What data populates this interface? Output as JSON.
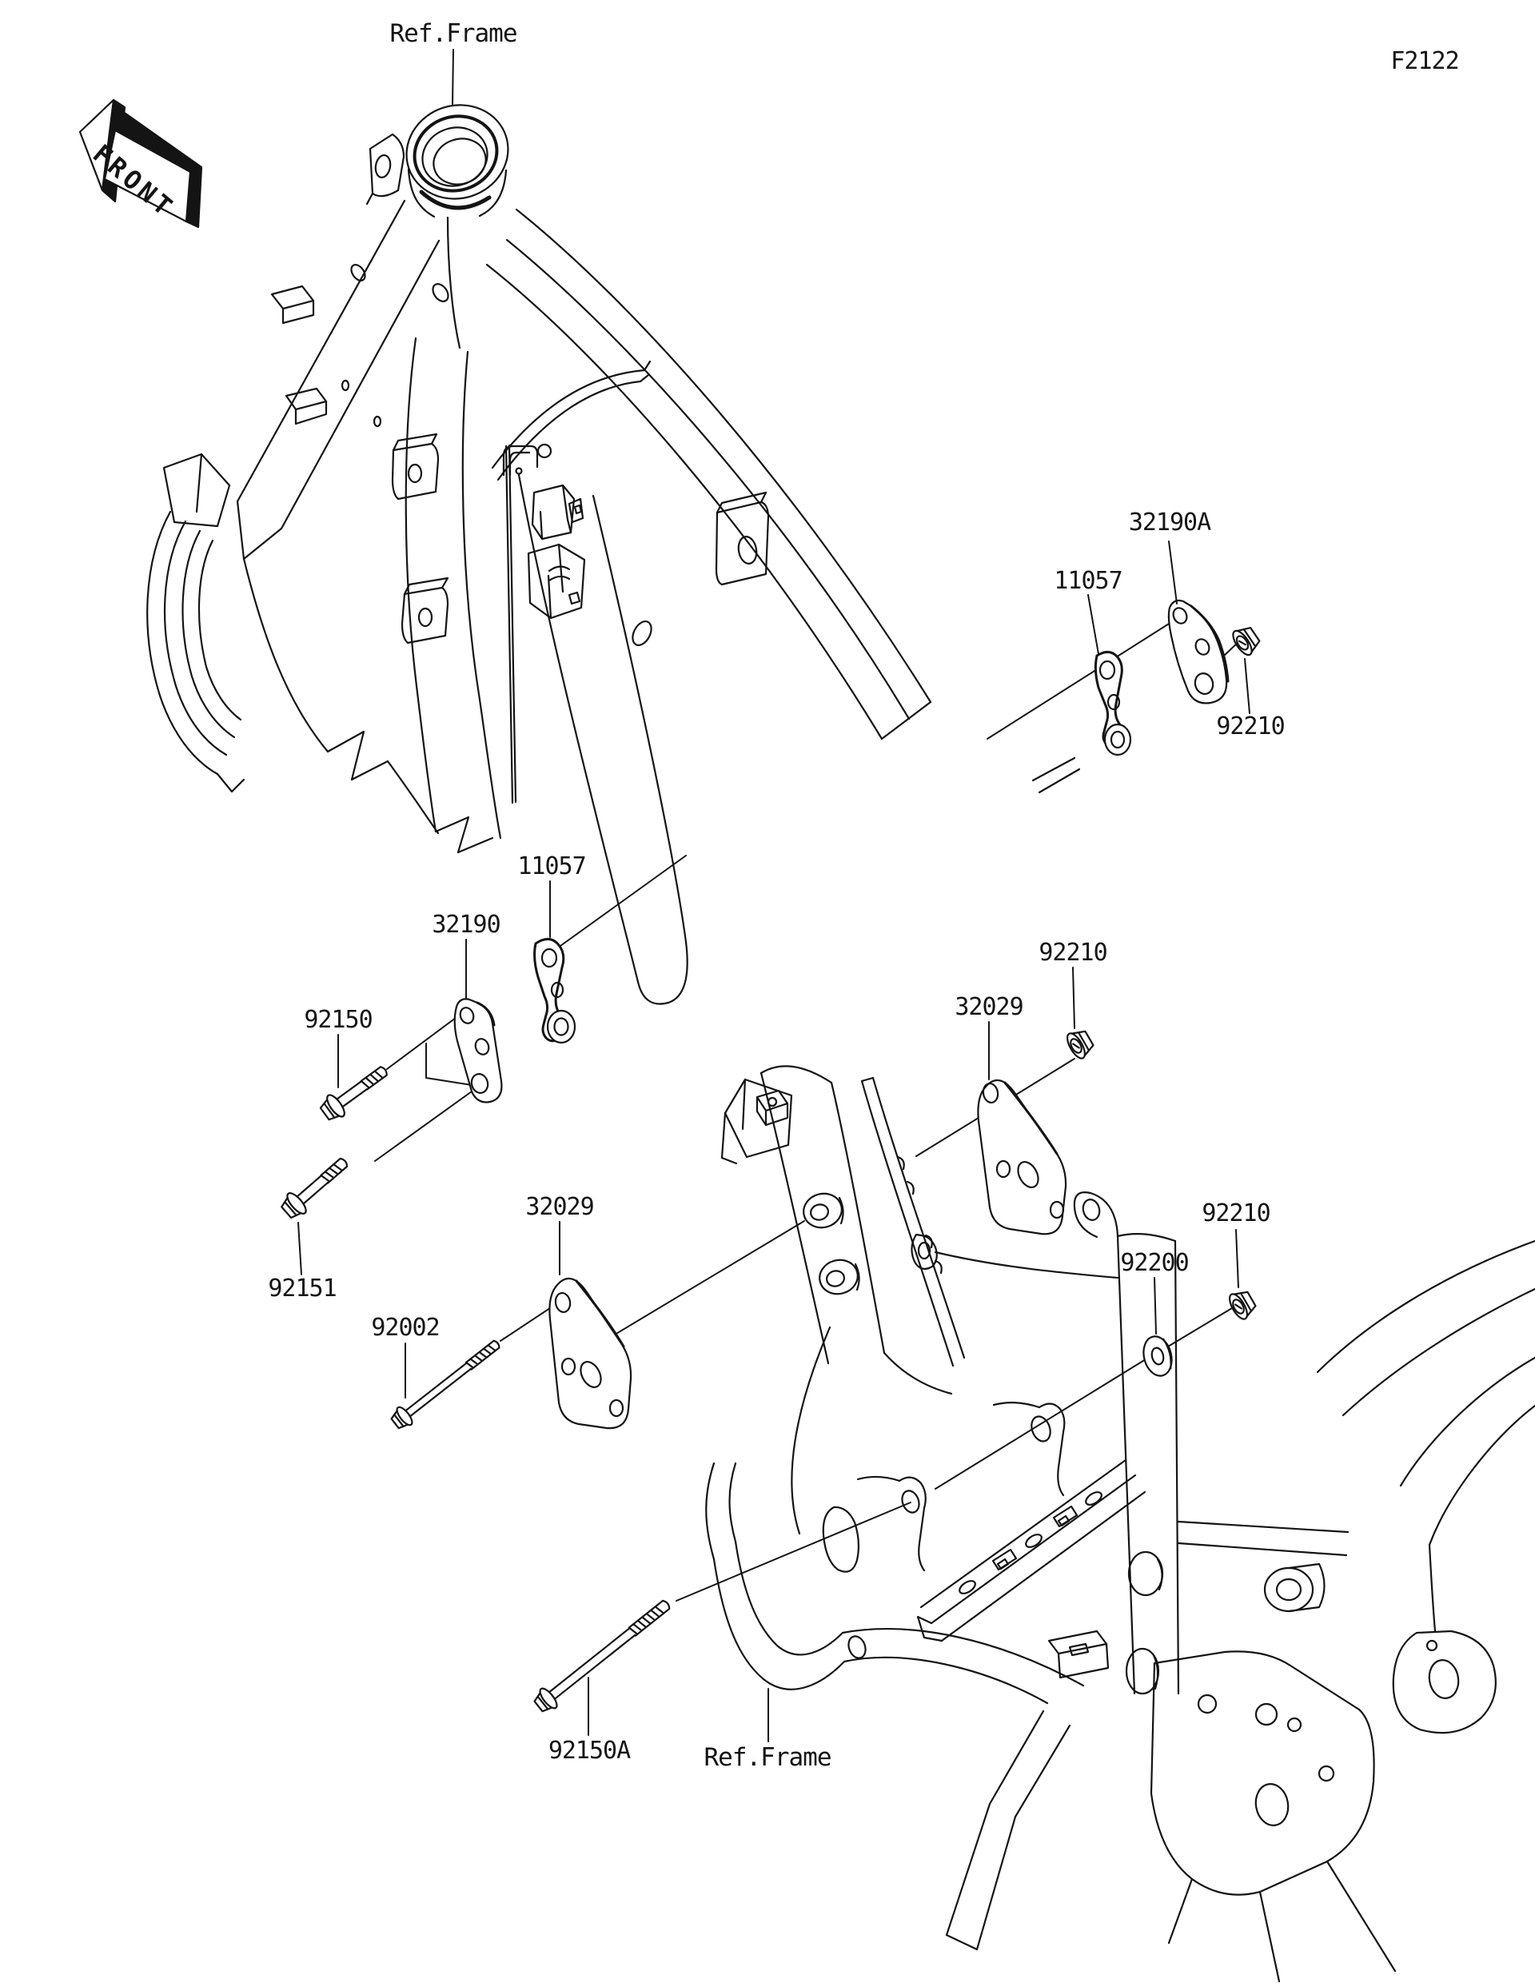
{
  "diagram": {
    "page_code": "F2122",
    "front_marker": "FRONT",
    "ref_frame_top": "Ref.Frame",
    "ref_frame_bottom": "Ref.Frame",
    "part_labels": {
      "p32190a": "32190A",
      "p11057_upper": "11057",
      "p92210_upper": "92210",
      "p11057_mid": "11057",
      "p32190": "32190",
      "p92150": "92150",
      "p92151": "92151",
      "p92002": "92002",
      "p32029_center": "32029",
      "p92210_mid": "92210",
      "p32029_right": "32029",
      "p92200": "92200",
      "p92210_right": "92210",
      "p92150a": "92150A"
    },
    "colors": {
      "line": "#141414",
      "background": "#ffffff"
    }
  }
}
